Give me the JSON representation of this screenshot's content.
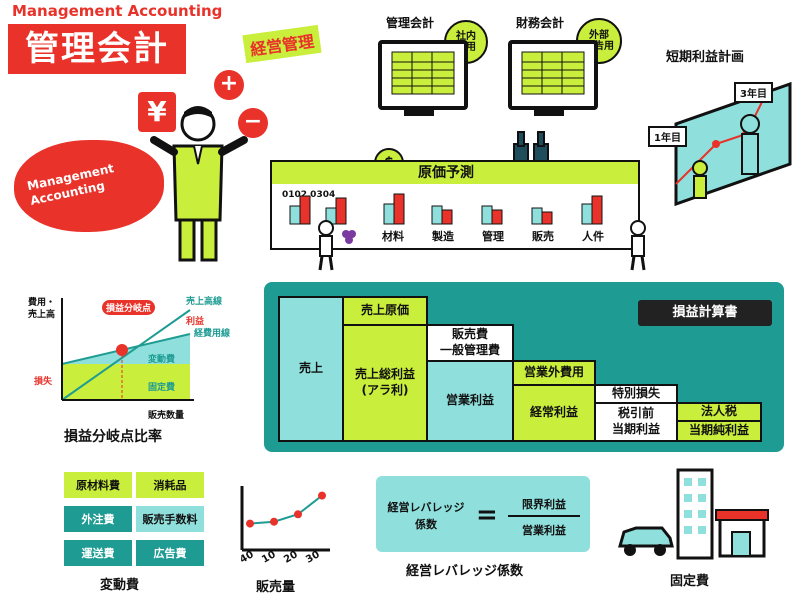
{
  "header": {
    "title_en": "Management Accounting",
    "title_jp": "管理会計",
    "keiei_kanri": "経営管理"
  },
  "cloud": {
    "line1": "Management",
    "line2": "Accounting"
  },
  "signs": {
    "yen": "¥",
    "plus": "+",
    "minus": "−"
  },
  "monitors": [
    {
      "label": "管理会計",
      "badge_line1": "社内",
      "badge_line2": "専用"
    },
    {
      "label": "財務会計",
      "badge_line1": "外部",
      "badge_line2": "報告用"
    }
  ],
  "tanki": {
    "title": "短期利益計画",
    "year1": "1年目",
    "year3": "3年目"
  },
  "genka": {
    "title": "原価予測",
    "coin": "$",
    "months": "0102 0304",
    "categories": [
      "材料",
      "製造",
      "管理",
      "販売",
      "人件"
    ],
    "colors": {
      "accent": "#e8322a",
      "lime": "#c9ee3b",
      "teal": "#1e9c93",
      "aqua": "#8fe0dc"
    }
  },
  "cvp": {
    "title": "損益分岐点比率",
    "ylabel_1": "費用・",
    "ylabel_2": "売上高",
    "xlabel": "販売数量",
    "breakeven": "損益分岐点",
    "sales_line": "売上高線",
    "profit": "利益",
    "cost_line": "経費用線",
    "variable": "変動費",
    "fixed": "固定費",
    "loss": "損失"
  },
  "pl": {
    "title": "損益計算書",
    "uriage": "売上",
    "uriage_genka": "売上原価",
    "sourieki_1": "売上総利益",
    "sourieki_2": "(アラ利)",
    "hanbaihi_1": "販売費",
    "hanbaihi_2": "一般管理費",
    "eigyo_rieki": "営業利益",
    "eigyogai": "営業外費用",
    "keijo_rieki": "経常利益",
    "tokubetsu": "特別損失",
    "zeibiki_1": "税引前",
    "zeibiki_2": "当期利益",
    "hojinzei": "法人税",
    "junrieki": "当期純利益"
  },
  "hendo": {
    "items": [
      "原材料費",
      "消耗品",
      "外注費",
      "販売手数料",
      "運送費",
      "広告費"
    ],
    "caption": "変動費"
  },
  "sales_chart": {
    "caption": "販売量",
    "x_ticks": [
      "40",
      "10",
      "20",
      "30"
    ]
  },
  "chart_data": {
    "type": "line",
    "x": [
      1,
      2,
      3,
      4
    ],
    "y": [
      12,
      13,
      17,
      27
    ],
    "title": "",
    "xlabel": "",
    "ylabel": "",
    "ylim": [
      0,
      30
    ],
    "grid": false
  },
  "leverage": {
    "left_1": "経営レバレッジ",
    "left_2": "係数",
    "equals": "=",
    "numerator": "限界利益",
    "denominator": "営業利益",
    "caption": "経営レバレッジ係数"
  },
  "kotei": {
    "caption": "固定費"
  }
}
